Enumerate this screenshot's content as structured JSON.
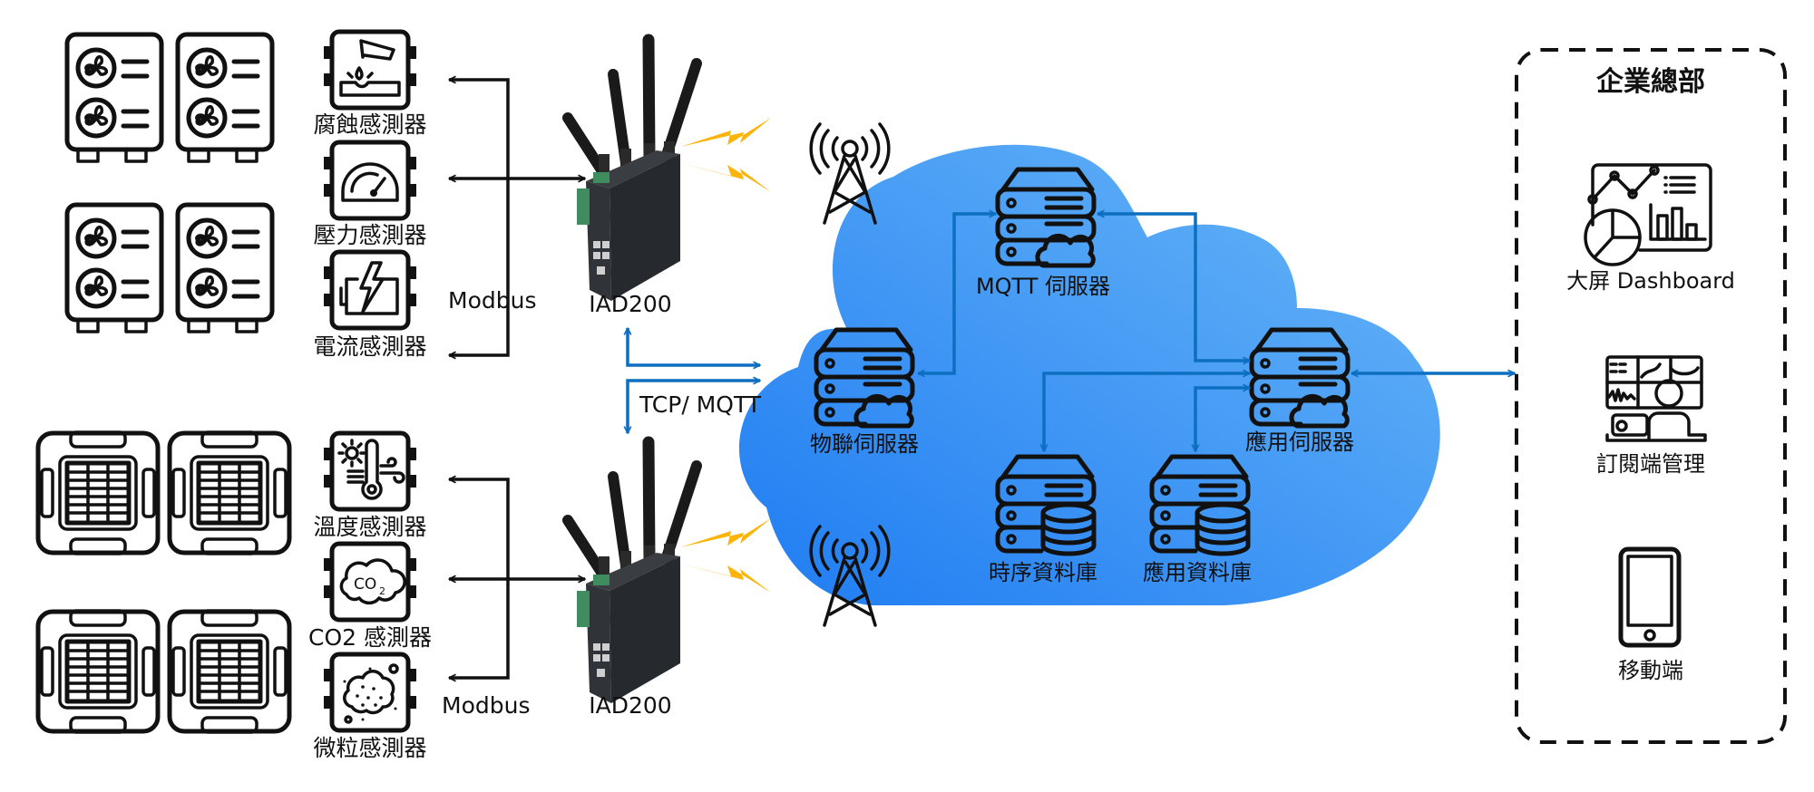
{
  "field_devices": {
    "outdoor_units": {
      "icon": "outdoor-ac-unit-icon",
      "count": 4
    },
    "ceiling_units": {
      "icon": "ceiling-cassette-ac-icon",
      "count": 4
    }
  },
  "sensor_groups": [
    {
      "protocol_label": "Modbus",
      "sensors": [
        {
          "label": "腐蝕感測器",
          "icon": "corrosion-sensor-icon"
        },
        {
          "label": "壓力感測器",
          "icon": "pressure-gauge-icon"
        },
        {
          "label": "電流感測器",
          "icon": "current-battery-icon"
        }
      ]
    },
    {
      "protocol_label": "Modbus",
      "sensors": [
        {
          "label": "溫度感測器",
          "icon": "temperature-sensor-icon"
        },
        {
          "label": "CO2 感測器",
          "icon": "co2-cloud-icon"
        },
        {
          "label": "微粒感測器",
          "icon": "particulate-sensor-icon"
        }
      ]
    }
  ],
  "gateways": [
    {
      "label": "IAD200",
      "icon": "gateway-router-icon"
    },
    {
      "label": "IAD200",
      "icon": "gateway-router-icon"
    }
  ],
  "link_label": "TCP/ MQTT",
  "cloud": {
    "color_light": "#6ab8f7",
    "color_dark": "#1f7cf2",
    "servers": [
      {
        "id": "iot",
        "label": "物聯伺服器",
        "icon": "server-cloud-icon"
      },
      {
        "id": "mqtt",
        "label": "MQTT 伺服器",
        "icon": "server-cloud-icon"
      },
      {
        "id": "app",
        "label": "應用伺服器",
        "icon": "server-cloud-icon"
      },
      {
        "id": "tsdb",
        "label": "時序資料庫",
        "icon": "server-database-icon"
      },
      {
        "id": "appdb",
        "label": "應用資料庫",
        "icon": "server-database-icon"
      }
    ]
  },
  "headquarters": {
    "title": "企業總部",
    "clients": [
      {
        "label": "大屏 Dashboard",
        "icon": "dashboard-charts-icon"
      },
      {
        "label": "訂閱端管理",
        "icon": "monitoring-operator-icon"
      },
      {
        "label": "移動端",
        "icon": "mobile-phone-icon"
      }
    ]
  },
  "colors": {
    "arrow_blue": "#0d6fc0",
    "lightning": "#fbb40a",
    "line_black": "#111111"
  }
}
